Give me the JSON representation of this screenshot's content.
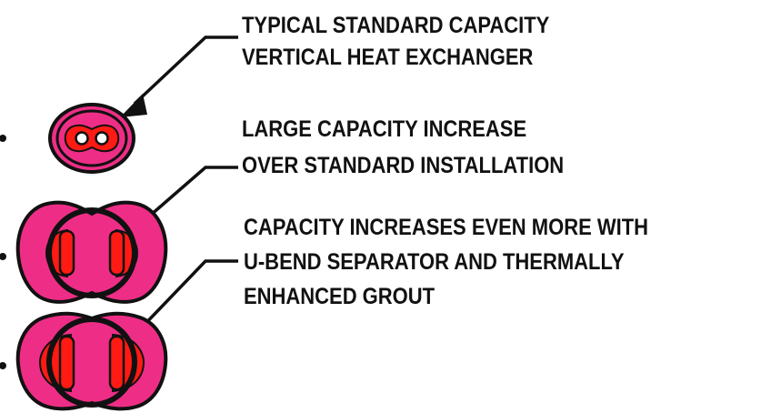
{
  "labels": [
    {
      "line1": "TYPICAL STANDARD CAPACITY",
      "line2": "VERTICAL HEAT EXCHANGER",
      "line3": ""
    },
    {
      "line1": "LARGE CAPACITY INCREASE",
      "line2": "OVER STANDARD INSTALLATION",
      "line3": ""
    },
    {
      "line1": "CAPACITY INCREASES EVEN MORE WITH",
      "line2": "U-BEND SEPARATOR AND THERMALLY",
      "line3": "ENHANCED GROUT"
    }
  ],
  "colors": {
    "grout": "#ee2e86",
    "thermal_zone": "#ff1a14",
    "outline": "#111111",
    "pipe": "#ffffff",
    "background": "#ffffff"
  }
}
